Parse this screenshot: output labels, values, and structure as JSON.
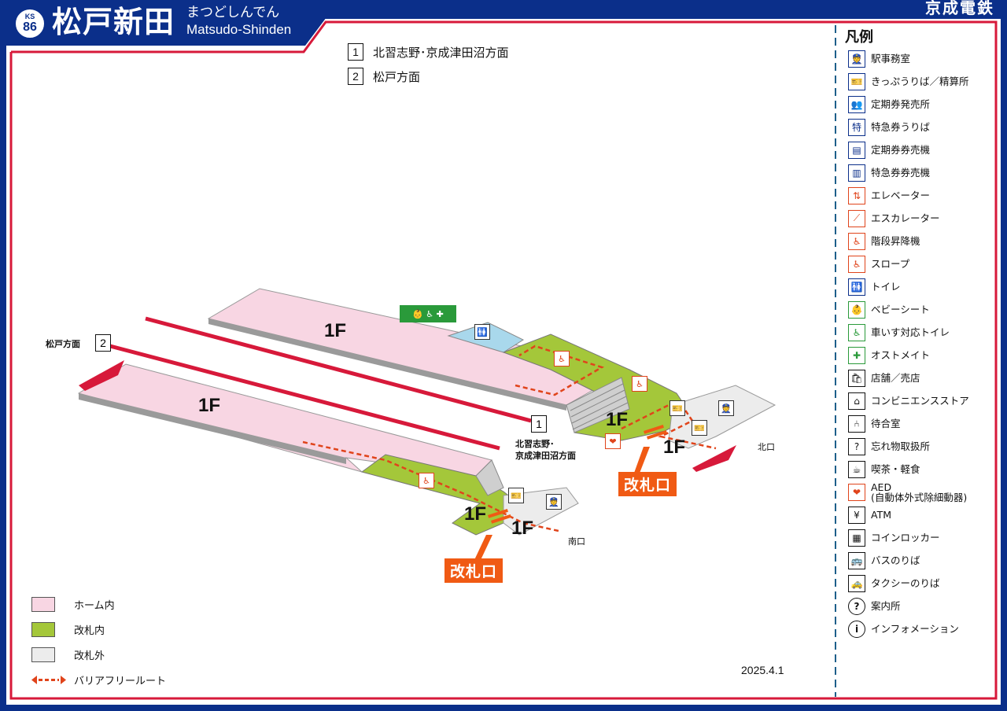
{
  "header": {
    "line_code": "KS",
    "station_number": "86",
    "station_name": "松戸新田",
    "station_kana": "まつどしんでん",
    "station_roman": "Matsudo-Shinden",
    "company": "京成電鉄"
  },
  "directions": [
    {
      "num": "1",
      "label": "北習志野･京成津田沼方面"
    },
    {
      "num": "2",
      "label": "松戸方面"
    }
  ],
  "map": {
    "platform_2_label": "松戸方面",
    "platform_2_num": "2",
    "platform_1_num": "1",
    "platform_1_label_line1": "北習志野･",
    "platform_1_label_line2": "京成津田沼方面",
    "north_exit": "北口",
    "south_exit": "南口",
    "floor": "1F",
    "gate": "改札口"
  },
  "legend": {
    "title": "凡例",
    "items": [
      {
        "icon": "station-office-icon",
        "glyph": "👮",
        "label": "駅事務室",
        "color": "#0b2f8a"
      },
      {
        "icon": "ticket-office-icon",
        "glyph": "🎫",
        "label": "きっぷうりば／精算所",
        "color": "#0b2f8a"
      },
      {
        "icon": "commuter-pass-office-icon",
        "glyph": "👥",
        "label": "定期券発売所",
        "color": "#0b2f8a"
      },
      {
        "icon": "express-ticket-icon",
        "glyph": "特",
        "label": "特急券うりば",
        "color": "#0b2f8a"
      },
      {
        "icon": "pass-vending-machine-icon",
        "glyph": "▤",
        "label": "定期券券売機",
        "color": "#0b2f8a"
      },
      {
        "icon": "express-vending-machine-icon",
        "glyph": "▥",
        "label": "特急券券売機",
        "color": "#0b2f8a"
      },
      {
        "icon": "elevator-icon",
        "glyph": "⇅",
        "label": "エレベーター",
        "color": "#e0441b"
      },
      {
        "icon": "escalator-icon",
        "glyph": "⟋",
        "label": "エスカレーター",
        "color": "#e0441b"
      },
      {
        "icon": "stair-lift-icon",
        "glyph": "♿",
        "label": "階段昇降機",
        "color": "#e0441b"
      },
      {
        "icon": "slope-icon",
        "glyph": "♿",
        "label": "スロープ",
        "color": "#e0441b"
      },
      {
        "icon": "toilet-icon",
        "glyph": "🚻",
        "label": "トイレ",
        "color": "#0b2f8a"
      },
      {
        "icon": "baby-seat-icon",
        "glyph": "👶",
        "label": "ベビーシート",
        "color": "#2a9a3a"
      },
      {
        "icon": "accessible-toilet-icon",
        "glyph": "♿",
        "label": "車いす対応トイレ",
        "color": "#2a9a3a"
      },
      {
        "icon": "ostomate-icon",
        "glyph": "✚",
        "label": "オストメイト",
        "color": "#2a9a3a"
      },
      {
        "icon": "shop-icon",
        "glyph": "🛍",
        "label": "店舗／売店",
        "color": "#111111"
      },
      {
        "icon": "convenience-store-icon",
        "glyph": "⌂",
        "label": "コンビニエンスストア",
        "color": "#111111"
      },
      {
        "icon": "waiting-room-icon",
        "glyph": "⑃",
        "label": "待合室",
        "color": "#111111"
      },
      {
        "icon": "lost-and-found-icon",
        "glyph": "?",
        "label": "忘れ物取扱所",
        "color": "#111111"
      },
      {
        "icon": "cafe-icon",
        "glyph": "☕",
        "label": "喫茶・軽食",
        "color": "#111111"
      },
      {
        "icon": "aed-icon",
        "glyph": "❤",
        "label": "AED\n(自動体外式除細動器)",
        "color": "#e0441b"
      },
      {
        "icon": "atm-icon",
        "glyph": "¥",
        "label": "ATM",
        "color": "#111111"
      },
      {
        "icon": "coin-locker-icon",
        "glyph": "▦",
        "label": "コインロッカー",
        "color": "#111111"
      },
      {
        "icon": "bus-icon",
        "glyph": "🚌",
        "label": "バスのりば",
        "color": "#111111"
      },
      {
        "icon": "taxi-icon",
        "glyph": "🚕",
        "label": "タクシーのりば",
        "color": "#111111"
      },
      {
        "icon": "information-question-icon",
        "glyph": "?",
        "label": "案内所",
        "color": "#111111"
      },
      {
        "icon": "information-i-icon",
        "glyph": "i",
        "label": "インフォメーション",
        "color": "#111111"
      }
    ]
  },
  "area_legend": [
    {
      "label": "ホーム内",
      "color": "#f8d6e3"
    },
    {
      "label": "改札内",
      "color": "#a4c73a"
    },
    {
      "label": "改札外",
      "color": "#ececec"
    },
    {
      "label": "バリアフリールート",
      "color": "#e0441b"
    }
  ],
  "date": "2025.4.1",
  "colors": {
    "frame_blue": "#0b2f8a",
    "frame_red": "#d7193a",
    "home_pink": "#f8d6e3",
    "in_gate_green": "#a4c73a",
    "out_gate_gray": "#ececec",
    "gate_orange": "#f05a14"
  }
}
